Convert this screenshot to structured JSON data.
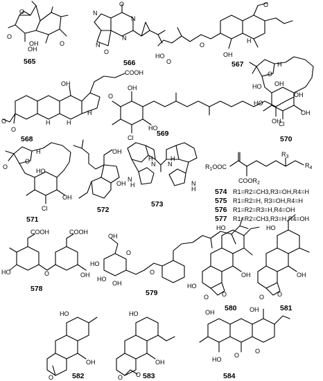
{
  "compounds": [
    {
      "id": "565",
      "atoms": [
        "O",
        "O",
        "OH",
        "OH",
        "O"
      ]
    },
    {
      "id": "566",
      "atoms": [
        "O",
        "N",
        "N",
        "N",
        "N",
        "O"
      ]
    },
    {
      "id": "567",
      "atoms": [
        "O",
        "HO",
        "O",
        "O",
        "H",
        "OH"
      ]
    },
    {
      "id": "568",
      "atoms": [
        "OH",
        "COOH",
        "H",
        "H",
        "H",
        "O",
        "O"
      ]
    },
    {
      "id": "569",
      "atoms": [
        "O",
        "OH",
        "HO",
        "Cl",
        "OH",
        "OH"
      ]
    },
    {
      "id": "570",
      "atoms": [
        "O",
        "H",
        "HO",
        "HO",
        "OH",
        "OH",
        "Cl"
      ]
    },
    {
      "id": "571",
      "atoms": [
        "O",
        "O",
        "H",
        "HO",
        "OH",
        "Cl"
      ]
    },
    {
      "id": "572",
      "atoms": [
        "OH",
        "OH"
      ]
    },
    {
      "id": "573",
      "atoms": [
        "H",
        "N",
        "H",
        "N",
        "N",
        "H",
        "N",
        "H"
      ]
    },
    {
      "id": "574",
      "atoms": []
    },
    {
      "id": "575",
      "atoms": []
    },
    {
      "id": "576",
      "atoms": []
    },
    {
      "id": "577",
      "atoms": []
    },
    {
      "id": "578",
      "atoms": [
        "COOH",
        "COOH",
        "HO",
        "O",
        "OH"
      ]
    },
    {
      "id": "579",
      "atoms": [
        "OH",
        "HO",
        "HO",
        "O",
        "OH",
        "O",
        "HO"
      ]
    },
    {
      "id": "580",
      "atoms": [
        "HO",
        "O",
        "O",
        "OH"
      ]
    },
    {
      "id": "581",
      "atoms": [
        "HO",
        "O",
        "O",
        "OH"
      ]
    },
    {
      "id": "582",
      "atoms": [
        "HO",
        "O",
        "OH"
      ]
    },
    {
      "id": "583",
      "atoms": [
        "HO",
        "O",
        "O",
        "OH"
      ]
    },
    {
      "id": "584",
      "atoms": [
        "OH",
        "OH",
        "O",
        "HO",
        "O"
      ]
    }
  ],
  "series_574_577": {
    "formula_left": "R",
    "formula_ester": "OOC",
    "formula_ester2": "COOR",
    "r3": "R",
    "r4": "R",
    "rows": [
      {
        "id": "574",
        "text": "R1=R2=CH3,R3=OH,R4=H"
      },
      {
        "id": "575",
        "text": "R1=R2=H, R3=OH,R4=H"
      },
      {
        "id": "576",
        "text": "R1=R2=R3=H,R4=OH"
      },
      {
        "id": "577",
        "text": "R1=R2=CH3,R3=H,R4=OH"
      }
    ]
  }
}
